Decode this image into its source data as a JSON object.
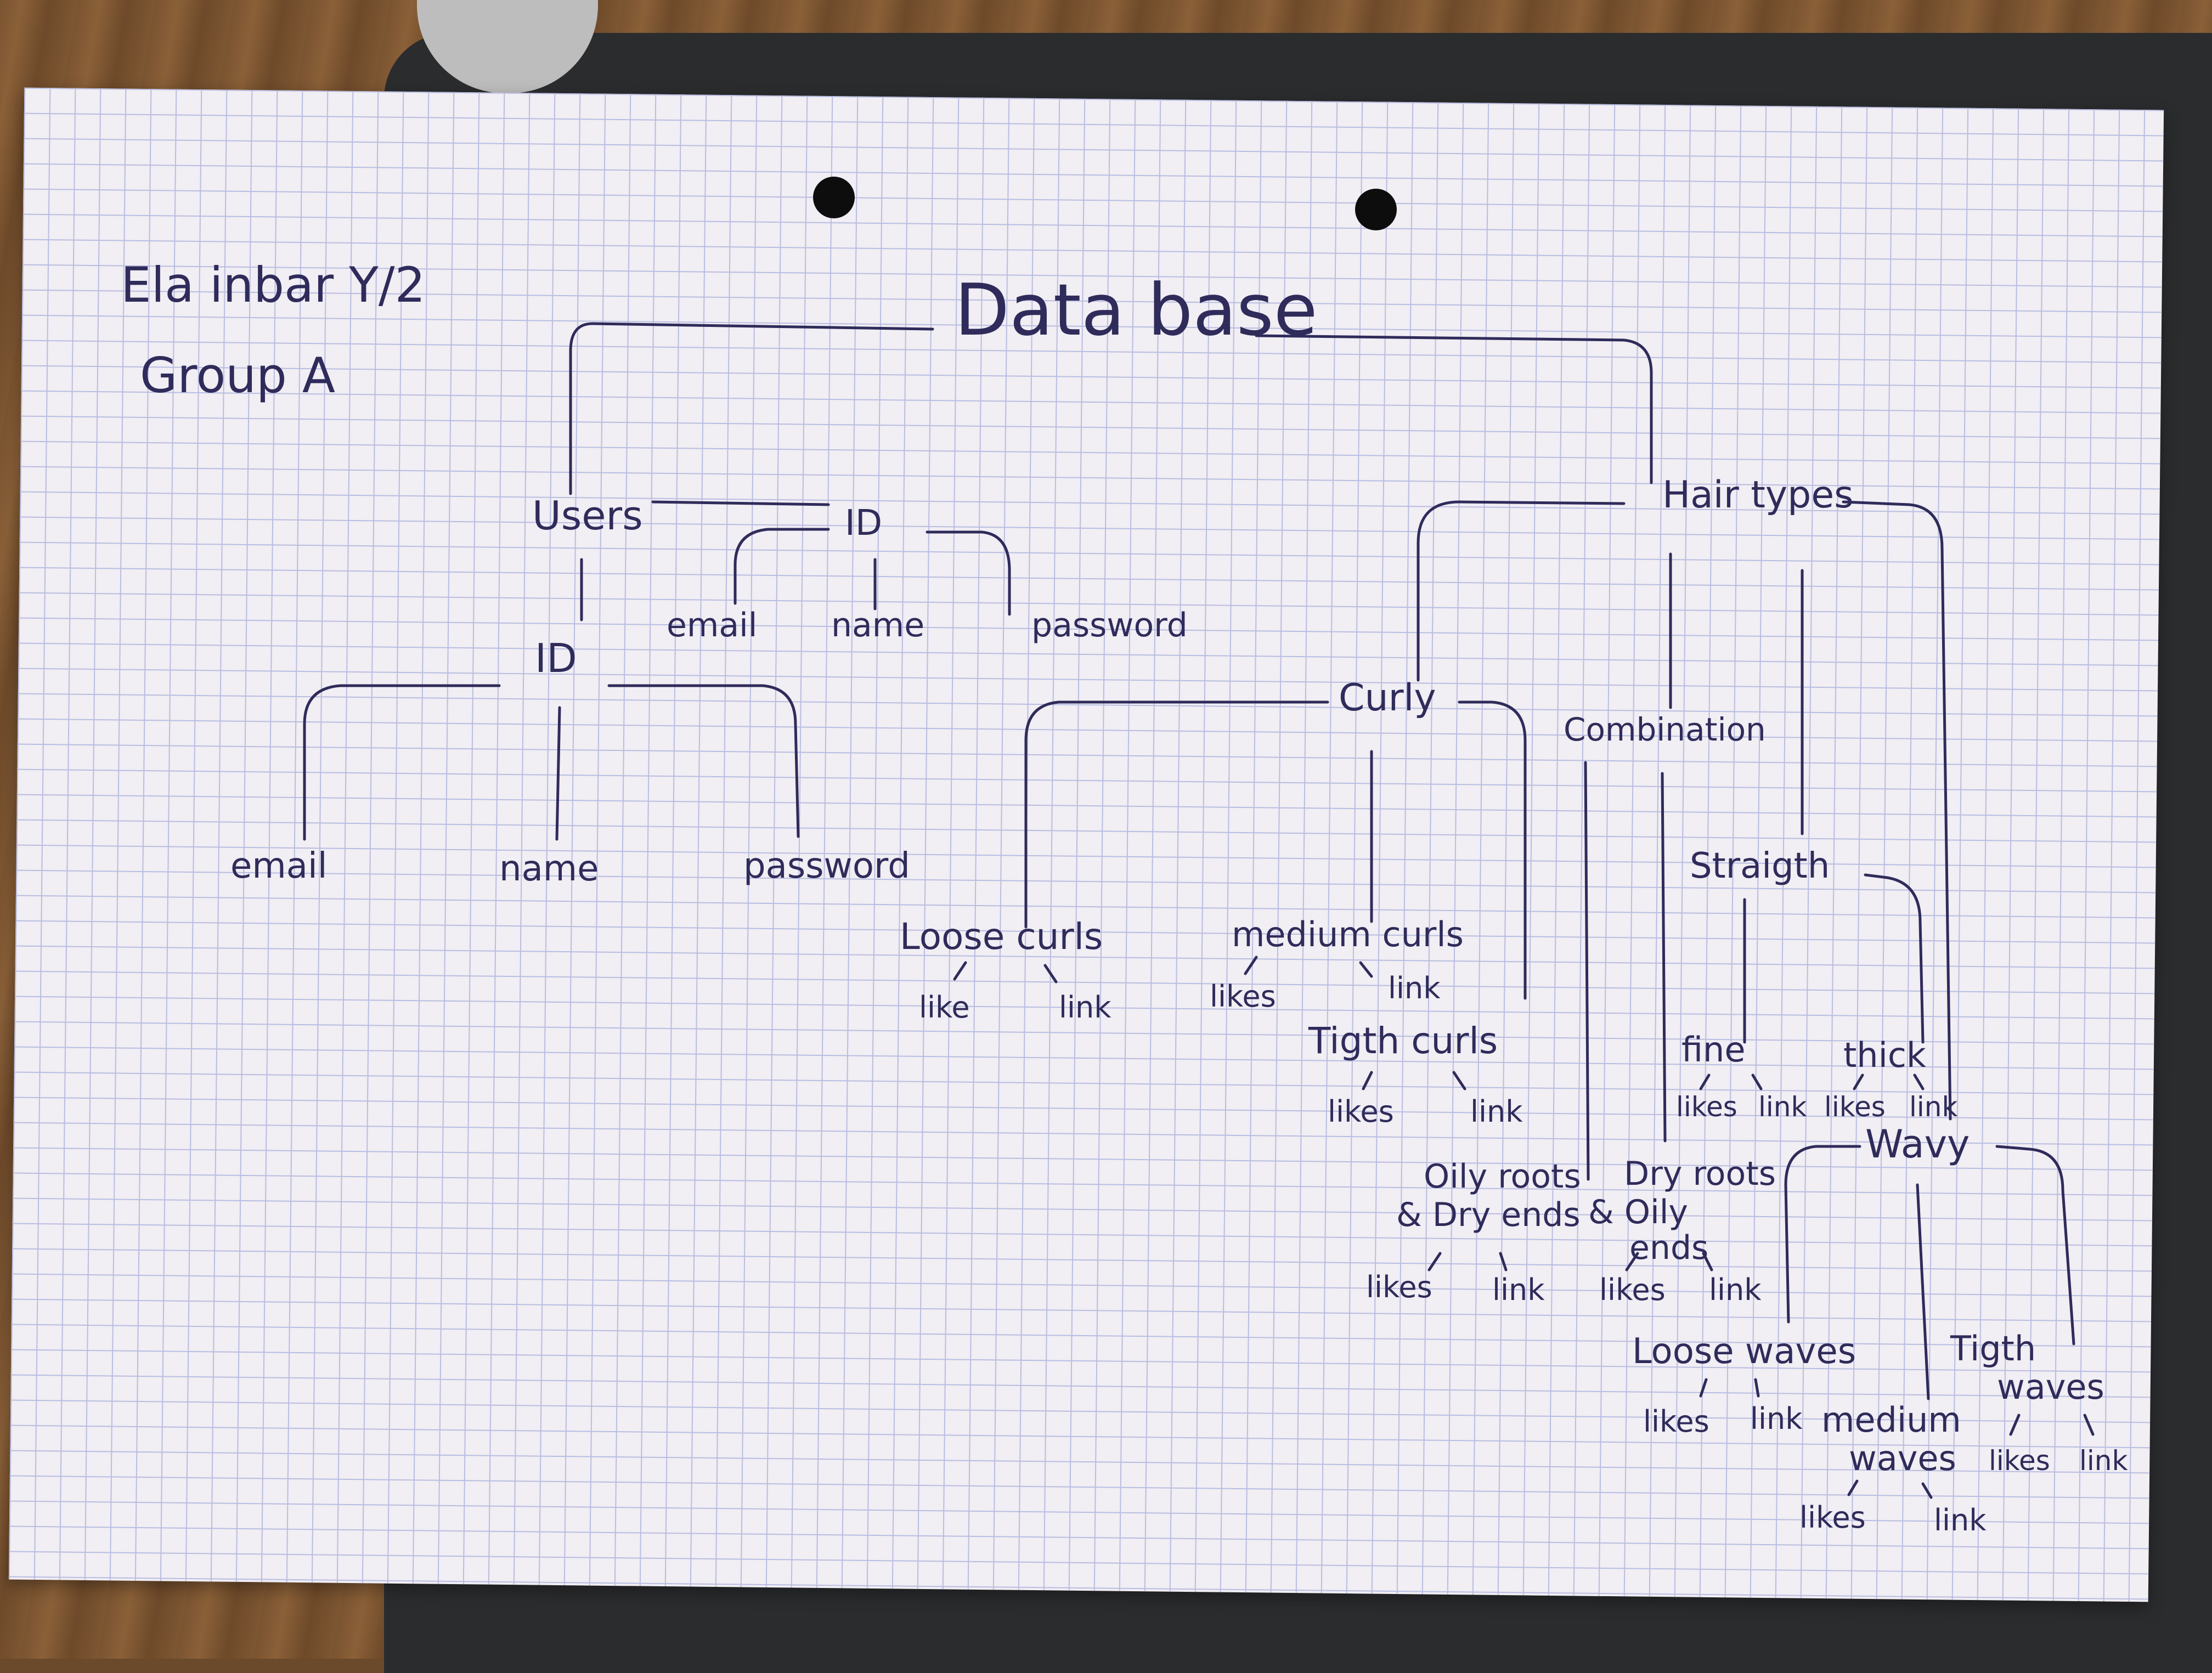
{
  "header": {
    "author": "Ela inbar Y/2",
    "group": "Group A"
  },
  "title": "Data base",
  "users": {
    "label": "Users",
    "id_left": "ID",
    "id_right": "ID",
    "id_left_fields": [
      "email",
      "name",
      "password"
    ],
    "id_right_fields": [
      "email",
      "name",
      "password"
    ]
  },
  "hairtypes": {
    "label": "Hair types",
    "curly": {
      "label": "Curly",
      "loose": {
        "label": "Loose curls",
        "a": "like",
        "b": "link"
      },
      "medium": {
        "label": "medium curls",
        "a": "likes",
        "b": "link"
      },
      "tight": {
        "label": "Tigth curls",
        "a": "likes",
        "b": "link"
      }
    },
    "combination": {
      "label": "Combination",
      "oily": {
        "label1": "Oily roots",
        "label2": "& Dry ends",
        "a": "likes",
        "b": "link"
      },
      "dry": {
        "label1": "Dry roots",
        "label2": "& Oily",
        "label3": "ends",
        "a": "likes",
        "b": "link"
      }
    },
    "straight": {
      "label": "Straigth",
      "fine": {
        "label": "fine",
        "a": "likes",
        "b": "link"
      },
      "thick": {
        "label": "thick",
        "a": "likes",
        "b": "link"
      }
    },
    "wavy": {
      "label": "Wavy",
      "loose": {
        "label": "Loose waves",
        "a": "likes",
        "b": "link"
      },
      "medium": {
        "label1": "medium",
        "label2": "waves",
        "a": "likes",
        "b": "link"
      },
      "tight": {
        "label1": "Tigth",
        "label2": "waves",
        "a": "likes",
        "b": "link"
      }
    }
  }
}
